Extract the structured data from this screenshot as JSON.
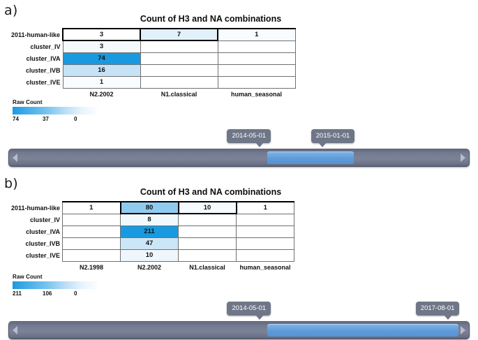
{
  "panels": [
    {
      "letter": "a)",
      "title": "Count of H3 and NA combinations",
      "chart_data": {
        "type": "heatmap",
        "title": "Count of H3 and NA combinations",
        "xlabel": "",
        "ylabel": "",
        "colormap": "white-to-blue (Raw Count)",
        "legend_title": "Raw Count",
        "legend_ticks": [
          "74",
          "37",
          "0"
        ],
        "vmin": 0,
        "vmax": 74,
        "categories": [
          "N2.2002",
          "N1.classical",
          "human_seasonal"
        ],
        "rows": [
          "2011-human-like",
          "cluster_IV",
          "cluster_IVA",
          "cluster_IVB",
          "cluster_IVE"
        ],
        "cells": [
          [
            {
              "value": "3",
              "v": 3,
              "color": "#ffffff",
              "selected": true
            },
            {
              "value": "7",
              "v": 7,
              "color": "#e1f0fa",
              "selected": true
            },
            {
              "value": "1",
              "v": 1,
              "color": "#f8fcfe",
              "selected": false
            }
          ],
          [
            {
              "value": "3",
              "v": 3,
              "color": "#f3f9fd",
              "selected": false
            },
            {
              "value": "",
              "v": null,
              "color": "#ffffff",
              "selected": false
            },
            {
              "value": "",
              "v": null,
              "color": "#ffffff",
              "selected": false
            }
          ],
          [
            {
              "value": "74",
              "v": 74,
              "color": "#199ae0",
              "selected": false
            },
            {
              "value": "",
              "v": null,
              "color": "#ffffff",
              "selected": false
            },
            {
              "value": "",
              "v": null,
              "color": "#ffffff",
              "selected": false
            }
          ],
          [
            {
              "value": "16",
              "v": 16,
              "color": "#c6e3f6",
              "selected": false
            },
            {
              "value": "",
              "v": null,
              "color": "#ffffff",
              "selected": false
            },
            {
              "value": "",
              "v": null,
              "color": "#ffffff",
              "selected": false
            }
          ],
          [
            {
              "value": "1",
              "v": 1,
              "color": "#f9fcfe",
              "selected": false
            },
            {
              "value": "",
              "v": null,
              "color": "#ffffff",
              "selected": false
            },
            {
              "value": "",
              "v": null,
              "color": "#ffffff",
              "selected": false
            }
          ]
        ]
      },
      "slider": {
        "start_label": "2014-05-01",
        "end_label": "2015-01-01",
        "fill_left_pct": 56.2,
        "fill_width_pct": 18.8,
        "left_arrow_icon": "chevron-left-icon",
        "right_arrow_icon": "chevron-right-icon"
      }
    },
    {
      "letter": "b)",
      "title": "Count of H3 and NA combinations",
      "chart_data": {
        "type": "heatmap",
        "title": "Count of H3 and NA combinations",
        "xlabel": "",
        "ylabel": "",
        "colormap": "white-to-blue (Raw Count)",
        "legend_title": "Raw Count",
        "legend_ticks": [
          "211",
          "106",
          "0"
        ],
        "vmin": 0,
        "vmax": 211,
        "categories": [
          "N2.1998",
          "N2.2002",
          "N1.classical",
          "human_seasonal"
        ],
        "rows": [
          "2011-human-like",
          "cluster_IV",
          "cluster_IVA",
          "cluster_IVB",
          "cluster_IVE"
        ],
        "cells": [
          [
            {
              "value": "1",
              "v": 1,
              "color": "#ffffff",
              "selected": false
            },
            {
              "value": "80",
              "v": 80,
              "color": "#8fcbef",
              "selected": true
            },
            {
              "value": "10",
              "v": 10,
              "color": "#f4fafe",
              "selected": true
            },
            {
              "value": "1",
              "v": 1,
              "color": "#ffffff",
              "selected": false
            }
          ],
          [
            {
              "value": "",
              "v": null,
              "color": "#ffffff",
              "selected": false
            },
            {
              "value": "8",
              "v": 8,
              "color": "#f2f9fd",
              "selected": false
            },
            {
              "value": "",
              "v": null,
              "color": "#ffffff",
              "selected": false
            },
            {
              "value": "",
              "v": null,
              "color": "#ffffff",
              "selected": false
            }
          ],
          [
            {
              "value": "",
              "v": null,
              "color": "#ffffff",
              "selected": false
            },
            {
              "value": "211",
              "v": 211,
              "color": "#199ae0",
              "selected": false
            },
            {
              "value": "",
              "v": null,
              "color": "#ffffff",
              "selected": false
            },
            {
              "value": "",
              "v": null,
              "color": "#ffffff",
              "selected": false
            }
          ],
          [
            {
              "value": "",
              "v": null,
              "color": "#ffffff",
              "selected": false
            },
            {
              "value": "47",
              "v": 47,
              "color": "#cbe6f7",
              "selected": false
            },
            {
              "value": "",
              "v": null,
              "color": "#ffffff",
              "selected": false
            },
            {
              "value": "",
              "v": null,
              "color": "#ffffff",
              "selected": false
            }
          ],
          [
            {
              "value": "",
              "v": null,
              "color": "#ffffff",
              "selected": false
            },
            {
              "value": "10",
              "v": 10,
              "color": "#eff7fd",
              "selected": false
            },
            {
              "value": "",
              "v": null,
              "color": "#ffffff",
              "selected": false
            },
            {
              "value": "",
              "v": null,
              "color": "#ffffff",
              "selected": false
            }
          ]
        ]
      },
      "slider": {
        "start_label": "2014-05-01",
        "end_label": "2017-08-01",
        "fill_left_pct": 56.2,
        "fill_width_pct": 41.5,
        "left_arrow_icon": "chevron-left-icon",
        "right_arrow_icon": "chevron-right-icon"
      }
    }
  ],
  "colors": {
    "heat_max": "#199ae0",
    "heat_min": "#ffffff",
    "slider_track": "#767d92",
    "slider_fill": "#5f9bd8",
    "tooltip_bg": "#6f7688"
  }
}
